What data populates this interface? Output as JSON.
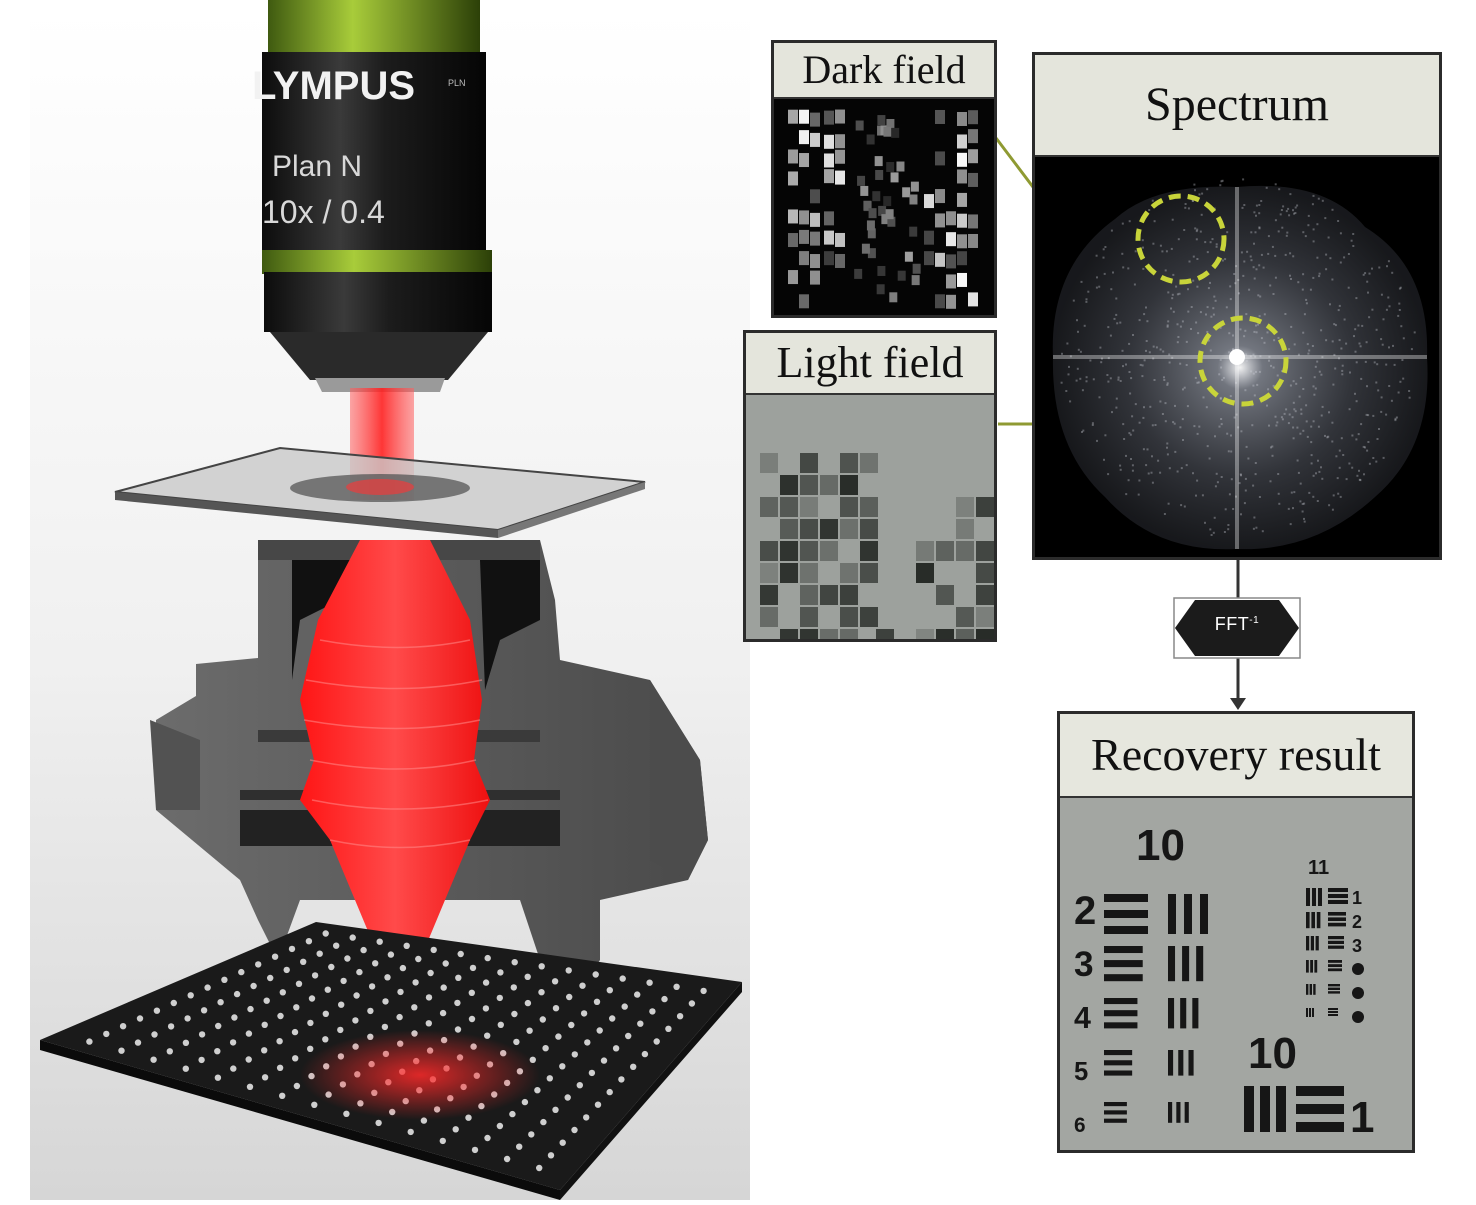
{
  "objective": {
    "brand": "LYMPUS",
    "small_mark": "PLN",
    "model": "Plan N",
    "spec": "10x / 0.4"
  },
  "panels": {
    "dark_field": {
      "title": "Dark field"
    },
    "light_field": {
      "title": "Light field"
    },
    "spectrum": {
      "title": "Spectrum"
    },
    "recovery": {
      "title": "Recovery result"
    }
  },
  "fft_node": {
    "label": "FFT",
    "superscript": "-1"
  },
  "target_labels": {
    "group_top_left": "10",
    "elements_left": [
      "2",
      "3",
      "4",
      "5",
      "6"
    ],
    "group_top_right": "11",
    "elements_right": [
      "1",
      "2",
      "3"
    ],
    "group_bottom": "10",
    "element_bottom": "1"
  },
  "colors": {
    "laser": "#ff2020",
    "highlight_circle": "#c8d43a",
    "connector": "#9aa63a",
    "panel_title_bg": "#e4e5dc",
    "body_gray": "#5c5c5c"
  }
}
